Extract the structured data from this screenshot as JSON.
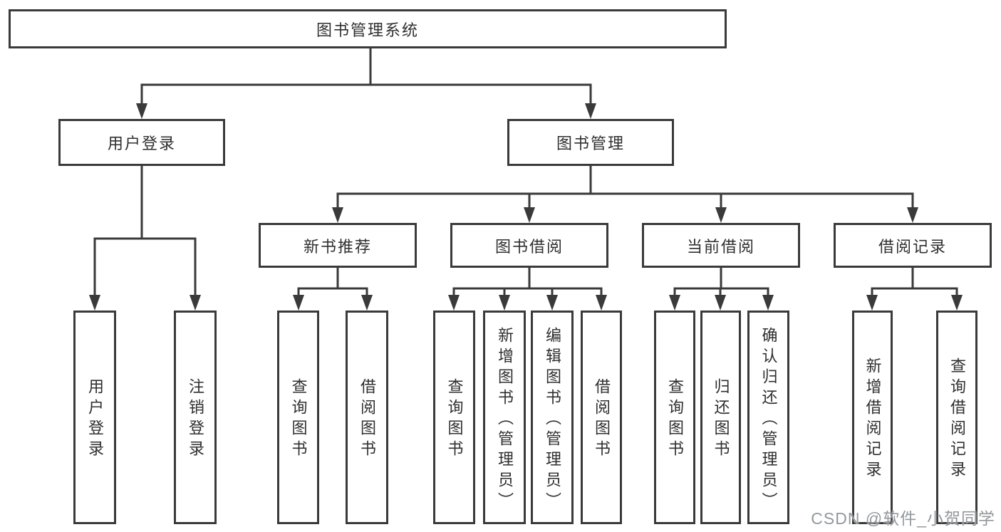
{
  "colors": {
    "line": "#3a3a3a",
    "border": "#3a3a3a",
    "text": "#2f2f2f",
    "background": "#ffffff",
    "watermark": "#94989c"
  },
  "tree": {
    "root": {
      "label": "图书管理系统"
    },
    "branches": [
      {
        "label": "用户登录",
        "children": [
          {
            "label": "用户登录"
          },
          {
            "label": "注销登录"
          }
        ]
      },
      {
        "label": "图书管理",
        "children": [
          {
            "label": "新书推荐",
            "children": [
              {
                "label": "查询图书"
              },
              {
                "label": "借阅图书"
              }
            ]
          },
          {
            "label": "图书借阅",
            "children": [
              {
                "label": "查询图书"
              },
              {
                "label": "新增图书（管理员）"
              },
              {
                "label": "编辑图书（管理员）"
              },
              {
                "label": "借阅图书"
              }
            ]
          },
          {
            "label": "当前借阅",
            "children": [
              {
                "label": "查询图书"
              },
              {
                "label": "归还图书"
              },
              {
                "label": "确认归还（管理员）"
              }
            ]
          },
          {
            "label": "借阅记录",
            "children": [
              {
                "label": "新增借阅记录"
              },
              {
                "label": "查询借阅记录"
              }
            ]
          }
        ]
      }
    ]
  },
  "watermark": {
    "text": "CSDN @软件_小贺同学"
  }
}
